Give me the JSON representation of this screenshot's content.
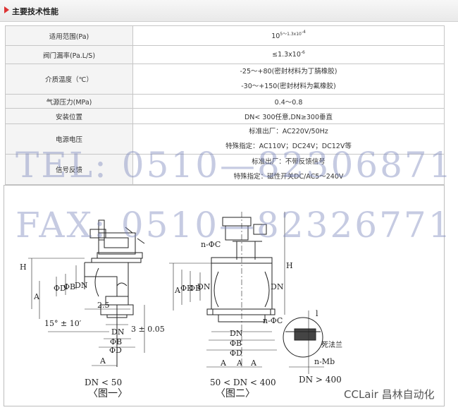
{
  "header": {
    "title": "主要技术性能"
  },
  "specs": [
    {
      "label": "适用范围(Pa)",
      "base": "10",
      "exp": "5～1.3x10",
      "exp2": "-4"
    },
    {
      "label": "阀门漏率(Pa.L/S)",
      "base": "≤1.3x10",
      "exp": "-6"
    },
    {
      "label": "介质温度（℃）",
      "lines": [
        "-25～+80(密封材料为丁腈橡胶)",
        "-30～+150(密封材料为氟橡胶)"
      ]
    },
    {
      "label": "气源压力(MPa)",
      "value": "0.4～0.8"
    },
    {
      "label": "安装位置",
      "value": "DN< 300任意,DN≥300垂直"
    },
    {
      "label": "电源电压",
      "lines": [
        "标准出厂：AC220V/50Hz",
        "特殊指定：AC110V；DC24V；DC12V等"
      ]
    },
    {
      "label": "信号反馈",
      "lines": [
        "标准出厂：不带反馈信号",
        "特殊指定：磁性开关DC/AC5～240V"
      ]
    }
  ],
  "watermarks": {
    "tel": "TEL: 0510—82306871",
    "fax": "FAX: 0510—82326771"
  },
  "drawing": {
    "fig1_label": "〈图一〉",
    "fig1_range": "DN < 50",
    "fig2_label": "〈图二〉",
    "fig2_range": "50 < DN < 400",
    "fig3_range": "DN > 400",
    "dims": {
      "H": "H",
      "A": "A",
      "phiD": "ΦD",
      "phiB": "ΦB",
      "DN": "DN",
      "angle": "15° ± 10′",
      "thick": "3 ± 0.05",
      "r": "2.5",
      "n_phiC": "n-ΦC",
      "n_Mb": "n-Mb",
      "l": "l",
      "block": "死法兰"
    }
  },
  "brand": "CCLair 昌林自动化"
}
